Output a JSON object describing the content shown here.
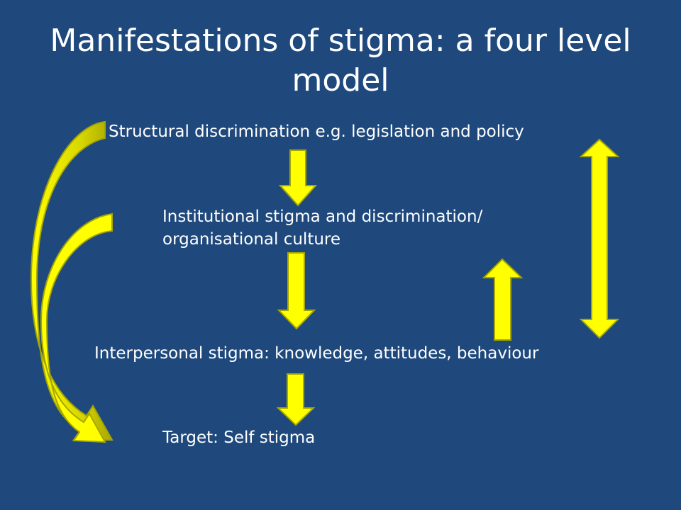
{
  "slide": {
    "title": "Manifestations of stigma: a four level model",
    "levels": [
      "Structural discrimination e.g. legislation and policy",
      "Institutional stigma and discrimination/",
      "organisational culture",
      "Interpersonal stigma: knowledge, attitudes, behaviour",
      "Target: Self stigma"
    ]
  },
  "colors": {
    "background": "#1f497d",
    "arrow_fill": "#ffff00",
    "arrow_stroke": "#a6a600",
    "text": "#ffffff"
  }
}
